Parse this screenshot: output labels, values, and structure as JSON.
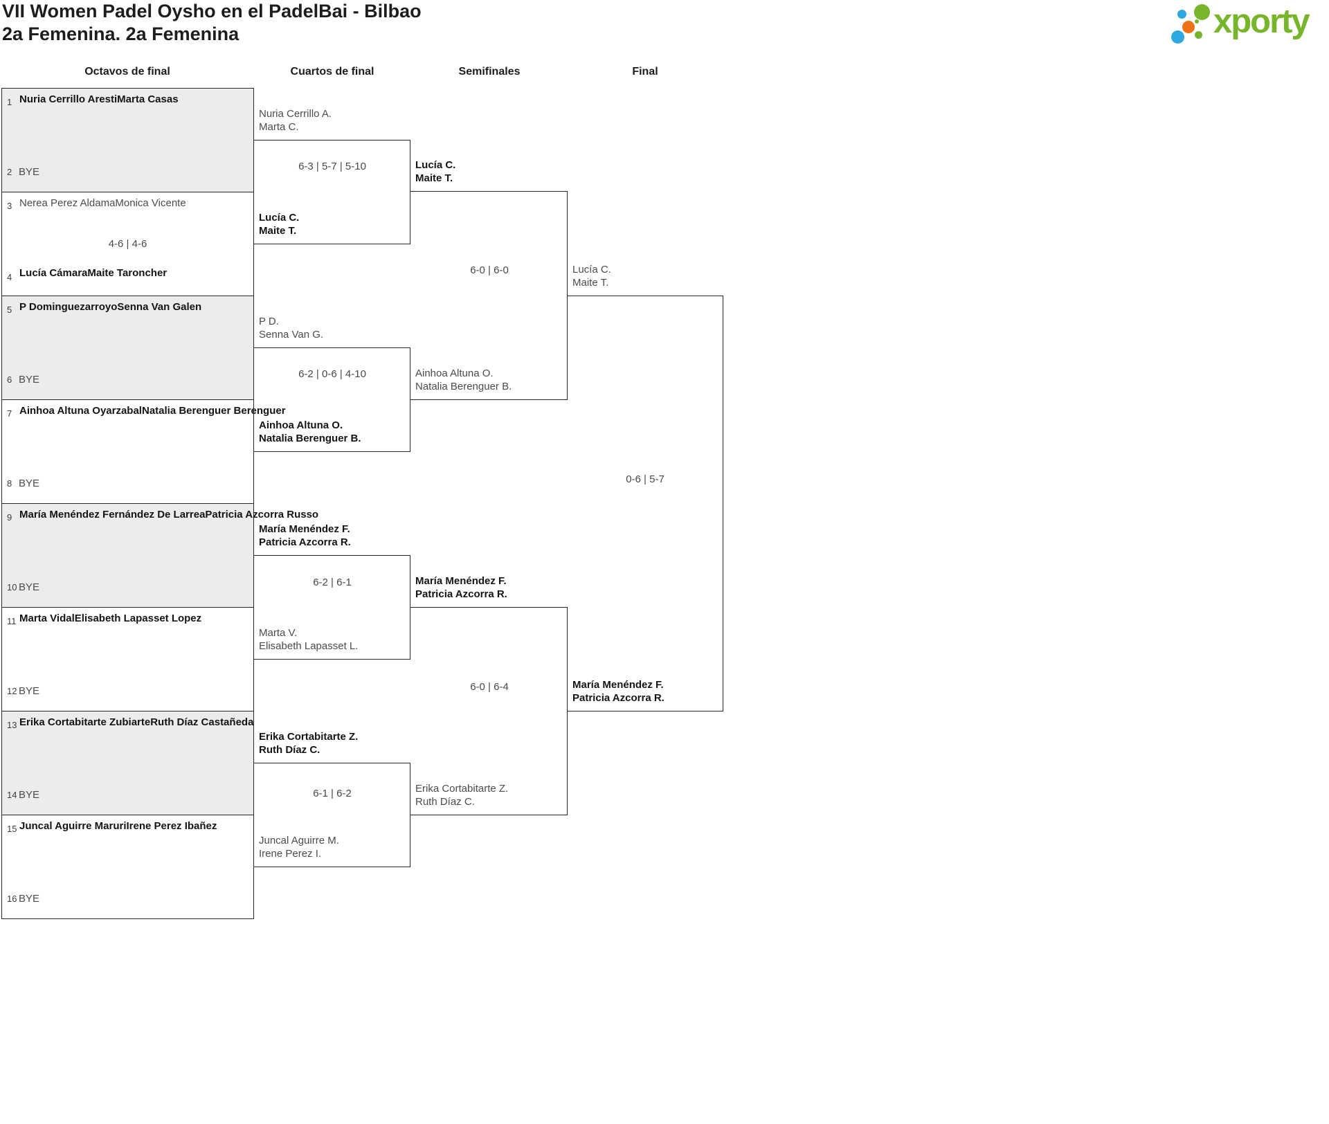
{
  "title": {
    "line1": "VII Women Padel Oysho en el PadelBai - Bilbao",
    "line2": "2a Femenina. 2a Femenina"
  },
  "logo": {
    "brand": "xporty"
  },
  "colors": {
    "logo_green": "#77b52b",
    "logo_blue": "#2fa7e0",
    "logo_orange": "#ec7117",
    "bye_fill": "#ececec",
    "line": "#242424"
  },
  "rounds": [
    {
      "label": "Octavos de final"
    },
    {
      "label": "Cuartos de final"
    },
    {
      "label": "Semifinales"
    },
    {
      "label": "Final"
    }
  ],
  "bracket": {
    "octavos": [
      {
        "top": {
          "seed": "1",
          "name1": "Nuria Cerrillo Aresti",
          "name2": "Marta Casas",
          "winner": true
        },
        "bottom": {
          "seed": "2",
          "bye": "BYE"
        },
        "score": ""
      },
      {
        "top": {
          "seed": "3",
          "name1": "Nerea Perez Aldama",
          "name2": "Monica Vicente",
          "winner": false
        },
        "bottom": {
          "seed": "4",
          "name1": "Lucía Cámara",
          "name2": "Maite Taroncher",
          "winner": true
        },
        "score": "4-6 | 4-6"
      },
      {
        "top": {
          "seed": "5",
          "name1": "P Dominguezarroyo",
          "name2": "Senna Van Galen",
          "winner": true
        },
        "bottom": {
          "seed": "6",
          "bye": "BYE"
        },
        "score": ""
      },
      {
        "top": {
          "seed": "7",
          "name1": "Ainhoa Altuna Oyarzabal",
          "name2": "Natalia Berenguer Berenguer",
          "winner": true
        },
        "bottom": {
          "seed": "8",
          "bye": "BYE"
        },
        "score": ""
      },
      {
        "top": {
          "seed": "9",
          "name1": "María Menéndez Fernández De Larrea",
          "name2": "Patricia Azcorra Russo",
          "winner": true
        },
        "bottom": {
          "seed": "10",
          "bye": "BYE"
        },
        "score": ""
      },
      {
        "top": {
          "seed": "11",
          "name1": "Marta Vidal",
          "name2": "Elisabeth Lapasset Lopez",
          "winner": true
        },
        "bottom": {
          "seed": "12",
          "bye": "BYE"
        },
        "score": ""
      },
      {
        "top": {
          "seed": "13",
          "name1": "Erika Cortabitarte Zubiarte",
          "name2": "Ruth Díaz Castañeda",
          "winner": true
        },
        "bottom": {
          "seed": "14",
          "bye": "BYE"
        },
        "score": ""
      },
      {
        "top": {
          "seed": "15",
          "name1": "Juncal Aguirre Maruri",
          "name2": "Irene Perez Ibañez",
          "winner": true
        },
        "bottom": {
          "seed": "16",
          "bye": "BYE"
        },
        "score": ""
      }
    ],
    "cuartos": [
      {
        "top": {
          "name1": "Nuria Cerrillo A.",
          "name2": "Marta C.",
          "winner": false
        },
        "bottom": {
          "name1": "Lucía C.",
          "name2": "Maite T.",
          "winner": true
        },
        "score": "6-3 | 5-7 | 5-10"
      },
      {
        "top": {
          "name1": "P D.",
          "name2": "Senna Van G.",
          "winner": false
        },
        "bottom": {
          "name1": "Ainhoa Altuna O.",
          "name2": "Natalia Berenguer B.",
          "winner": true
        },
        "score": "6-2 | 0-6 | 4-10"
      },
      {
        "top": {
          "name1": "María Menéndez F.",
          "name2": "Patricia Azcorra R.",
          "winner": true
        },
        "bottom": {
          "name1": "Marta V.",
          "name2": "Elisabeth Lapasset L.",
          "winner": false
        },
        "score": "6-2 | 6-1"
      },
      {
        "top": {
          "name1": "Erika Cortabitarte Z.",
          "name2": "Ruth Díaz C.",
          "winner": true
        },
        "bottom": {
          "name1": "Juncal Aguirre M.",
          "name2": "Irene Perez I.",
          "winner": false
        },
        "score": "6-1 | 6-2"
      }
    ],
    "semifinales": [
      {
        "top": {
          "name1": "Lucía C.",
          "name2": "Maite T.",
          "winner": true
        },
        "bottom": {
          "name1": "Ainhoa Altuna O.",
          "name2": "Natalia Berenguer B.",
          "winner": false
        },
        "score": "6-0 | 6-0"
      },
      {
        "top": {
          "name1": "María Menéndez F.",
          "name2": "Patricia Azcorra R.",
          "winner": true
        },
        "bottom": {
          "name1": "Erika Cortabitarte Z.",
          "name2": "Ruth Díaz C.",
          "winner": false
        },
        "score": "6-0 | 6-4"
      }
    ],
    "final": {
      "top": {
        "name1": "Lucía C.",
        "name2": "Maite T.",
        "winner": false
      },
      "bottom": {
        "name1": "María Menéndez F.",
        "name2": "Patricia Azcorra R.",
        "winner": true
      },
      "score": "0-6 | 5-7"
    }
  }
}
